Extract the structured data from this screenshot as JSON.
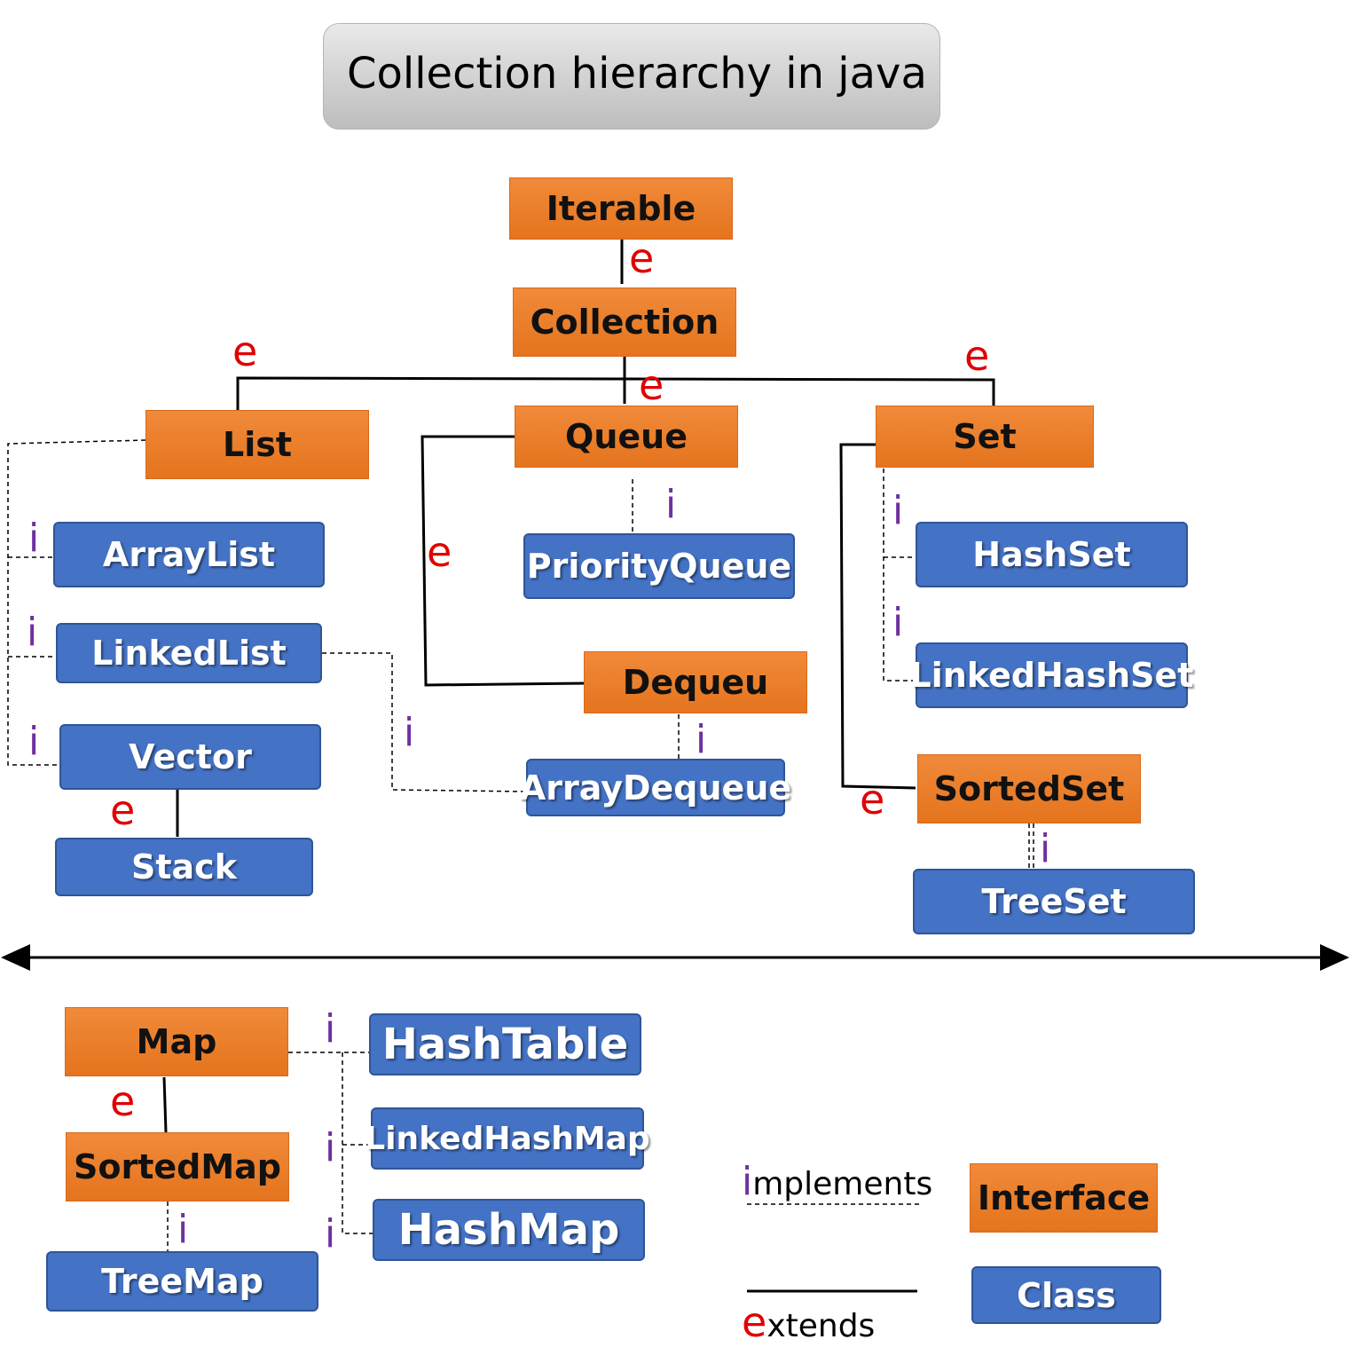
{
  "title": "Collection hierarchy in java",
  "nodes": {
    "iterable": "Iterable",
    "collection": "Collection",
    "list": "List",
    "queue": "Queue",
    "set": "Set",
    "arraylist": "ArrayList",
    "linkedlist": "LinkedList",
    "vector": "Vector",
    "stack": "Stack",
    "priorityqueue": "PriorityQueue",
    "dequeu": "Dequeu",
    "arraydequeue": "ArrayDequeue",
    "hashset": "HashSet",
    "linkedhashset": "LinkedHashSet",
    "sortedset": "SortedSet",
    "treeset": "TreeSet",
    "map": "Map",
    "sortedmap": "SortedMap",
    "treemap": "TreeMap",
    "hashtable": "HashTable",
    "linkedhashmap": "LinkedHashMap",
    "hashmap": "HashMap"
  },
  "edge_labels": {
    "extends": "e",
    "implements": "i"
  },
  "legend": {
    "implements_letter": "i",
    "implements_rest": "mplements",
    "extends_letter": "e",
    "extends_rest": "xtends",
    "interface": "Interface",
    "class": "Class"
  },
  "colors": {
    "interface": "#ed7d31",
    "class": "#4472c4",
    "extends_label": "#e00000",
    "implements_label": "#7030a0"
  }
}
